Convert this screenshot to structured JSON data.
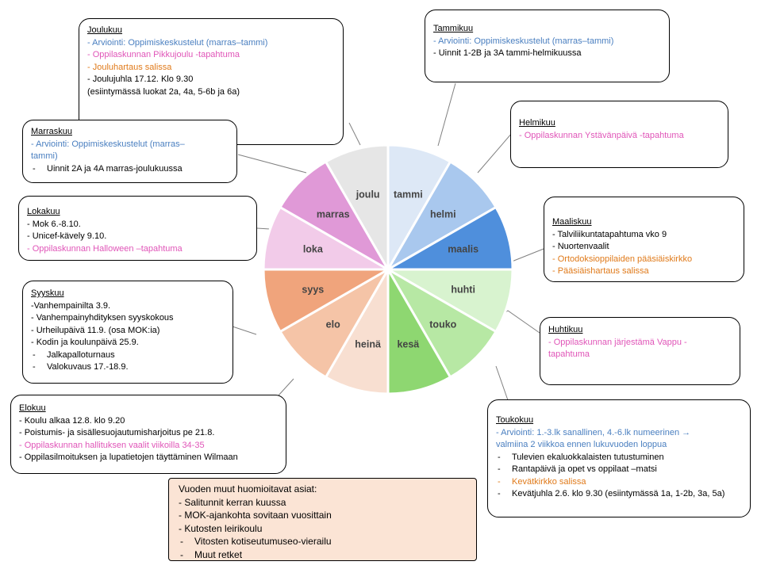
{
  "wheel": {
    "center": "",
    "segments": [
      {
        "key": "tammi",
        "label": "tammi",
        "color": "#dde8f6"
      },
      {
        "key": "helmi",
        "label": "helmi",
        "color": "#a9c8ee"
      },
      {
        "key": "maalis",
        "label": "maalis",
        "color": "#4f8fdc"
      },
      {
        "key": "huhti",
        "label": "huhti",
        "color": "#d8f3cf"
      },
      {
        "key": "touko",
        "label": "touko",
        "color": "#b7e8a4"
      },
      {
        "key": "kesa",
        "label": "kesä",
        "color": "#8ed771"
      },
      {
        "key": "heina",
        "label": "heinä",
        "color": "#f8dfd1"
      },
      {
        "key": "elo",
        "label": "elo",
        "color": "#f5c4a7"
      },
      {
        "key": "syys",
        "label": "syys",
        "color": "#f0a47c"
      },
      {
        "key": "loka",
        "label": "loka",
        "color": "#f2cbe9"
      },
      {
        "key": "marras",
        "label": "marras",
        "color": "#e099d7"
      },
      {
        "key": "joulu",
        "label": "joulu",
        "color": "#e6e6e6"
      }
    ]
  },
  "boxes": {
    "joulukuu": {
      "title": "Joulukuu",
      "lines": [
        "- Arviointi: Oppimiskeskustelut (marras–tammi)",
        "- Oppilaskunnan Pikkujoulu -tapahtuma",
        "- Jouluhartaus salissa",
        "- Joulujuhla 17.12. Klo 9.30",
        "(esiintymässä luokat 2a, 4a, 5-6b ja 6a)"
      ]
    },
    "tammikuu": {
      "title": "Tammikuu",
      "lines": [
        "- Arviointi: Oppimiskeskustelut (marras–tammi)",
        "- Uinnit 1-2B ja 3A tammi-helmikuussa"
      ]
    },
    "marraskuu": {
      "title": "Marraskuu",
      "lines": [
        "- Arviointi: Oppimiskeskustelut (marras–",
        "tammi)",
        "Uinnit 2A ja 4A marras-joulukuussa"
      ]
    },
    "helmikuu": {
      "title": "Helmikuu",
      "lines": [
        "- Oppilaskunnan Ystävänpäivä -tapahtuma"
      ]
    },
    "lokakuu": {
      "title": "Lokakuu",
      "lines": [
        "- Mok 6.-8.10.",
        "- Unicef-kävely 9.10.",
        "- Oppilaskunnan Halloween –tapahtuma"
      ]
    },
    "maaliskuu": {
      "title": "Maaliskuu",
      "lines": [
        "- Talviliikuntatapahtuma vko 9",
        "- Nuortenvaalit",
        "- Ortodoksioppilaiden pääsiäiskirkko",
        "- Pääsiäishartaus salissa"
      ]
    },
    "syyskuu": {
      "title": "Syyskuu",
      "lines": [
        "-Vanhempainilta 3.9.",
        "- Vanhempainyhdityksen syyskokous",
        "- Urheilupäivä 11.9. (osa MOK:ia)",
        "- Kodin ja koulunpäivä 25.9.",
        "Jalkapalloturnaus",
        "Valokuvaus 17.-18.9."
      ]
    },
    "huhtikuu": {
      "title": "Huhtikuu",
      "lines": [
        "- Oppilaskunnan järjestämä Vappu -",
        "tapahtuma"
      ]
    },
    "elokuu": {
      "title": "Elokuu",
      "lines": [
        "- Koulu alkaa 12.8. klo 9.20",
        "- Poistumis- ja sisällesuojautumisharjoitus pe 21.8.",
        "- Oppilaskunnan hallituksen vaalit viikoilla 34-35",
        "- Oppilasilmoituksen ja lupatietojen täyttäminen Wilmaan"
      ]
    },
    "toukokuu": {
      "title": "Toukokuu",
      "lines": [
        "- Arviointi: 1.-3.lk sanallinen, 4.-6.lk numeerinen →",
        "valmiina 2 viikkoa ennen lukuvuoden loppua",
        "Tulevien ekaluokkalaisten tutustuminen",
        "Rantapäivä ja opet vs oppilaat –matsi",
        "Kevätkirkko salissa",
        "Kevätjuhla 2.6. klo 9.30 (esiintymässä 1a, 1-2b, 3a, 5a)"
      ]
    },
    "muut": {
      "title": "Vuoden muut huomioitavat asiat:",
      "lines": [
        "- Salitunnit kerran kuussa",
        "- MOK-ajankohta sovitaan vuosittain",
        "- Kutosten leirikoulu",
        "Vitosten kotiseutumuseo-vierailu",
        "Muut retket"
      ]
    }
  }
}
